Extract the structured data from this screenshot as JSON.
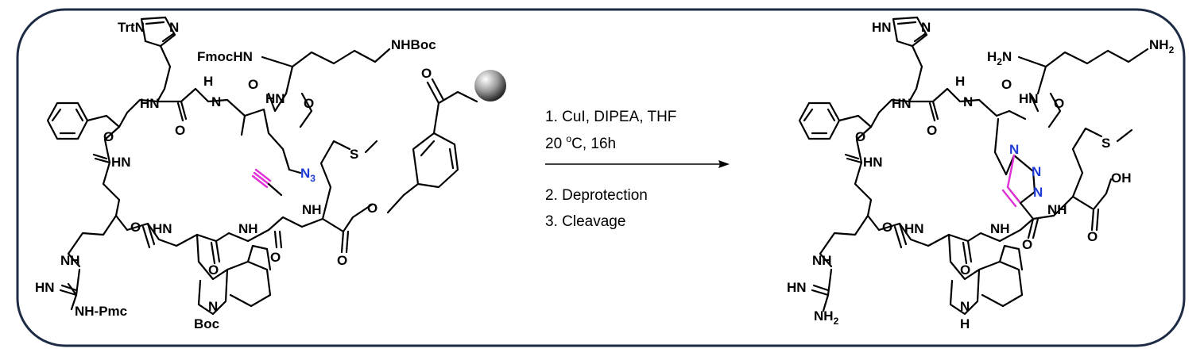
{
  "colors": {
    "frame": "#1d2b45",
    "azide_label": "#1f3ad6",
    "triazole_nitrogen": "#1f3ad6",
    "alkyne_highlight": "#e030d8"
  },
  "reactant": {
    "labels": {
      "trt_n": "TrtN",
      "n_ring": "N",
      "fmochn": "FmocHN",
      "nhboc": "NHBoc",
      "h": "H",
      "hn1": "HN",
      "n1": "N",
      "hn2": "HN",
      "o1": "O",
      "o2": "O",
      "o3": "O",
      "azide_n": "N",
      "azide_sub": "3",
      "s": "S",
      "o_ketone": "O",
      "hn3": "HN",
      "nh1": "NH",
      "o4": "O",
      "o5": "O",
      "hn4": "HN",
      "nh2": "NH",
      "nh3": "NH",
      "o6": "O",
      "o7": "O",
      "nh4": "NH",
      "hn_guan": "HN",
      "nh_pmc": "NH-Pmc",
      "n_indole": "N",
      "boc": "Boc"
    }
  },
  "conditions": {
    "step1": "1. CuI, DIPEA, THF",
    "step1b_prefix": "20 ",
    "step1b_sup": "o",
    "step1b_suffix": "C, 16h",
    "step2": "2. Deprotection",
    "step3": "3. Cleavage"
  },
  "product": {
    "labels": {
      "hn_ring": "HN",
      "n_ring": "N",
      "h2n": "H",
      "h2n_sub": "2",
      "h2n_n": "N",
      "nh2_end": "NH",
      "nh2_end_sub": "2",
      "h": "H",
      "hn1": "HN",
      "n1": "N",
      "hn2": "HN",
      "o1": "O",
      "o2": "O",
      "o3": "O",
      "tri_n1": "N",
      "tri_n2": "N",
      "tri_n3": "N",
      "s": "S",
      "oh": "OH",
      "hn3": "HN",
      "nh1": "NH",
      "nh2": "NH",
      "o4": "O",
      "o5": "O",
      "o6": "O",
      "hn4": "HN",
      "nh3": "NH",
      "o7": "O",
      "nh4": "NH",
      "hn_guan": "HN",
      "nh2_guan": "NH",
      "nh2_guan_sub": "2",
      "n_indole": "N",
      "h_indole": "H"
    }
  }
}
